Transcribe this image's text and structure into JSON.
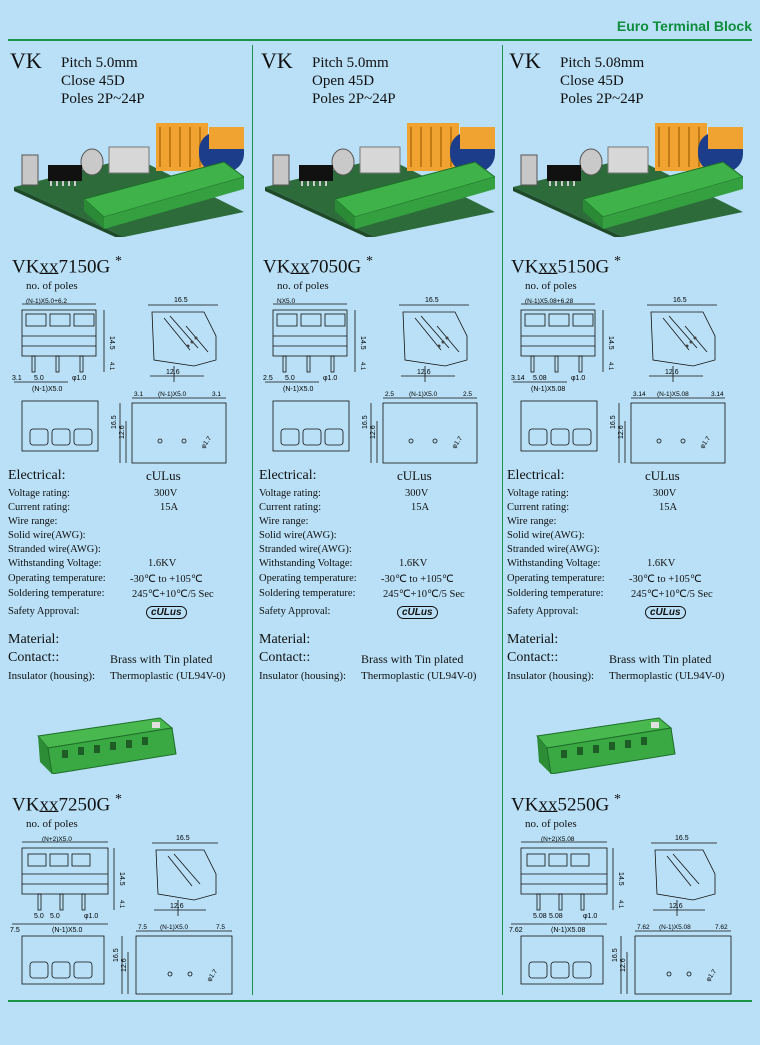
{
  "header": "Euro Terminal Block",
  "columns": [
    {
      "series": "VK",
      "pitch": "Pitch 5.0mm",
      "style": "Close 45D",
      "poles": "Poles  2P~24P",
      "model_prefix": "VK",
      "model_xx": "xx",
      "model_suffix": "7150G",
      "model_star": "*",
      "no_of_poles": "no. of poles",
      "front_top": "(N-1)X5.0+6.2",
      "front_side": "14.5",
      "front_b1": "3.1",
      "front_b2": "5.0",
      "front_b3": "φ1.0",
      "front_b4": "4.1",
      "front_bottom": "(N-1)X5.0",
      "side_top": "16.5",
      "side_bottom": "12.6",
      "pcb_l": "3.1",
      "pcb_mid": "(N-1)X5.0",
      "pcb_r": "3.1",
      "pcb_h1": "16.5",
      "pcb_h2": "12.6",
      "pcb_d": "φ1.7"
    },
    {
      "series": "VK",
      "pitch": "Pitch 5.0mm",
      "style": "Open 45D",
      "poles": "Poles  2P~24P",
      "model_prefix": "VK",
      "model_xx": "xx",
      "model_suffix": "7050G",
      "model_star": "*",
      "no_of_poles": "no. of poles",
      "front_top": "NX5.0",
      "front_side": "14.5",
      "front_b1": "2.5",
      "front_b2": "5.0",
      "front_b3": "φ1.0",
      "front_b4": "4.1",
      "front_bottom": "(N-1)X5.0",
      "side_top": "16.5",
      "side_bottom": "12.6",
      "pcb_l": "2.5",
      "pcb_mid": "(N-1)X5.0",
      "pcb_r": "2.5",
      "pcb_h1": "16.5",
      "pcb_h2": "12.6",
      "pcb_d": "φ1.7"
    },
    {
      "series": "VK",
      "pitch": "Pitch 5.08mm",
      "style": "Close 45D",
      "poles": "Poles  2P~24P",
      "model_prefix": "VK",
      "model_xx": "xx",
      "model_suffix": "5150G",
      "model_star": "*",
      "no_of_poles": "no. of poles",
      "front_top": "(N-1)X5.08+6.28",
      "front_side": "14.5",
      "front_b1": "3.14",
      "front_b2": "5.08",
      "front_b3": "φ1.0",
      "front_b4": "4.1",
      "front_bottom": "(N-1)X5.08",
      "side_top": "16.5",
      "side_bottom": "12.6",
      "pcb_l": "3.14",
      "pcb_mid": "(N-1)X5.08",
      "pcb_r": "3.14",
      "pcb_h1": "16.5",
      "pcb_h2": "12.6",
      "pcb_d": "φ1.7"
    }
  ],
  "specs": {
    "electrical_label": "Electrical:",
    "cert": "cULus",
    "voltage_label": "Voltage rating:",
    "voltage": "300V",
    "current_label": "Current rating:",
    "current": "15A",
    "wire_label": "Wire range:",
    "solid_label": "Solid wire(AWG):",
    "stranded_label": "Stranded wire(AWG):",
    "withstand_label": "Withstanding Voltage:",
    "withstand": "1.6KV",
    "optemp_label": "Operating temperature:",
    "optemp": "-30℃ to +105℃",
    "solder_label": "Soldering temperature:",
    "solder": "245℃+10℃/5 Sec",
    "safety_label": "Safety Approval:",
    "ul_mark": "cULus",
    "material_label": "Material:",
    "contact_label": "Contact::",
    "contact": "Brass with Tin plated",
    "insulator_label": "Insulator (housing):",
    "insulator": "Thermoplastic (UL94V-0)"
  },
  "bottom": [
    {
      "model_prefix": "VK",
      "model_xx": "xx",
      "model_suffix": "7250G",
      "model_star": "*",
      "no_of_poles": "no. of poles",
      "front_top": "(N+2)X5.0",
      "front_side": "14.5",
      "front_b1": "5.0",
      "front_b2": "5.0",
      "front_b3": "φ1.0",
      "front_b4": "4.1",
      "front_b5": "7.5",
      "front_bottom": "(N-1)X5.0",
      "side_top": "16.5",
      "side_bottom": "12.6",
      "pcb_l": "7.5",
      "pcb_mid": "(N-1)X5.0",
      "pcb_r": "7.5",
      "pcb_h1": "16.5",
      "pcb_h2": "12.6",
      "pcb_d": "φ1.7"
    },
    {
      "model_prefix": "VK",
      "model_xx": "xx",
      "model_suffix": "5250G",
      "model_star": "*",
      "no_of_poles": "no. of poles",
      "front_top": "(N+2)X5.08",
      "front_side": "14.5",
      "front_b1": "5.08",
      "front_b2": "5.08",
      "front_b3": "φ1.0",
      "front_b4": "4.1",
      "front_b5": "7.62",
      "front_bottom": "(N-1)X5.08",
      "side_top": "16.5",
      "side_bottom": "12.6",
      "pcb_l": "7.62",
      "pcb_mid": "(N-1)X5.08",
      "pcb_r": "7.62",
      "pcb_h1": "16.5",
      "pcb_h2": "12.6",
      "pcb_d": "φ1.7"
    }
  ]
}
